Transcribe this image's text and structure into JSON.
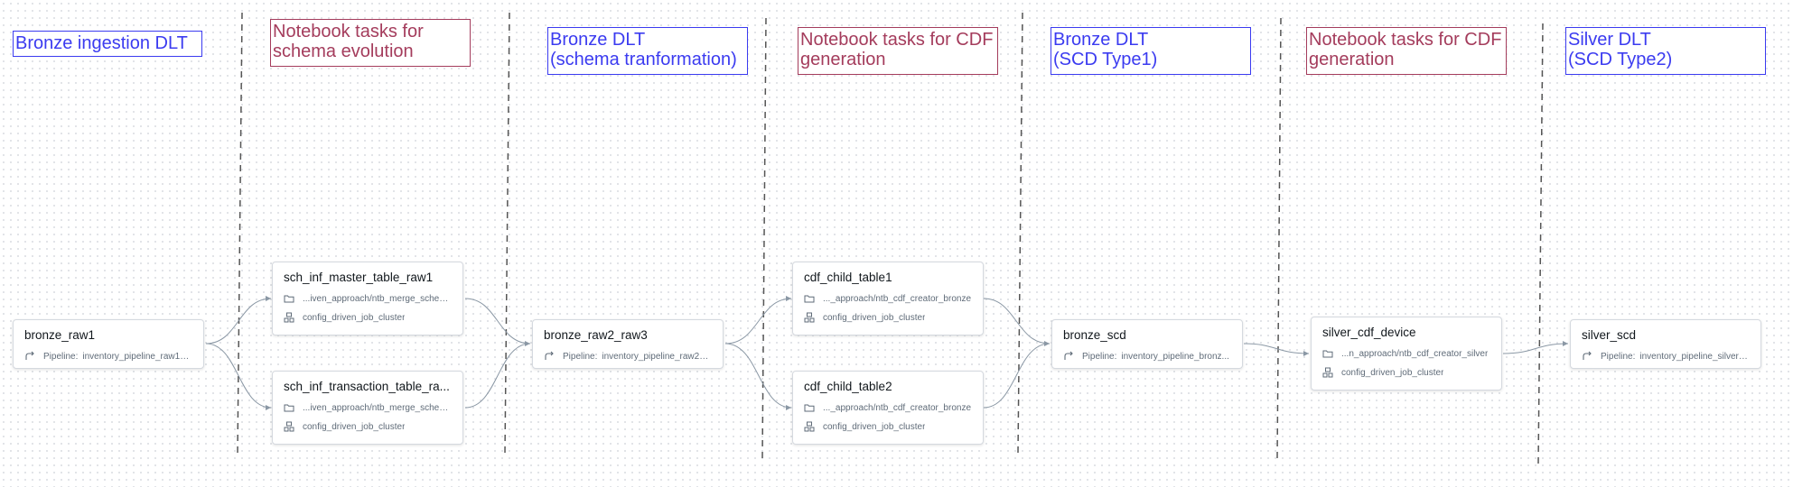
{
  "stage_labels": {
    "bronze_ingestion": "Bronze ingestion DLT",
    "nb_schema_evolution": "Notebook tasks for\nschema evolution",
    "bronze_transform": "Bronze DLT\n(schema tranformation)",
    "nb_cdf_1": "Notebook tasks for CDF\ngeneration",
    "bronze_scd1": "Bronze DLT\n(SCD Type1)",
    "nb_cdf_2": "Notebook tasks for CDF\ngeneration",
    "silver_scd2": "Silver DLT\n(SCD Type2)"
  },
  "colors": {
    "dlt_label": "#3b3bf0",
    "notebook_label": "#a43c5c",
    "connector": "#8b98a5",
    "separator": "#555555"
  },
  "tasks": {
    "bronze_raw1": {
      "name": "bronze_raw1",
      "meta_label": "Pipeline:",
      "meta_value": "inventory_pipeline_raw1_..."
    },
    "sch_master": {
      "name": "sch_inf_master_table_raw1",
      "notebook": "...iven_approach/ntb_merge_schema",
      "cluster": "config_driven_job_cluster"
    },
    "sch_transaction": {
      "name": "sch_inf_transaction_table_ra...",
      "notebook": "...iven_approach/ntb_merge_schema",
      "cluster": "config_driven_job_cluster"
    },
    "bronze_raw2_raw3": {
      "name": "bronze_raw2_raw3",
      "meta_label": "Pipeline:",
      "meta_value": "inventory_pipeline_raw2_..."
    },
    "cdf_child_table1": {
      "name": "cdf_child_table1",
      "notebook": "..._approach/ntb_cdf_creator_bronze",
      "cluster": "config_driven_job_cluster"
    },
    "cdf_child_table2": {
      "name": "cdf_child_table2",
      "notebook": "..._approach/ntb_cdf_creator_bronze",
      "cluster": "config_driven_job_cluster"
    },
    "bronze_scd": {
      "name": "bronze_scd",
      "meta_label": "Pipeline:",
      "meta_value": "inventory_pipeline_bronz..."
    },
    "silver_cdf_device": {
      "name": "silver_cdf_device",
      "notebook": "...n_approach/ntb_cdf_creator_silver",
      "cluster": "config_driven_job_cluster"
    },
    "silver_scd": {
      "name": "silver_scd",
      "meta_label": "Pipeline:",
      "meta_value": "inventory_pipeline_silver_..."
    }
  },
  "icons": {
    "pipeline": "pipeline-icon",
    "notebook": "folder-icon",
    "cluster": "cluster-icon"
  }
}
